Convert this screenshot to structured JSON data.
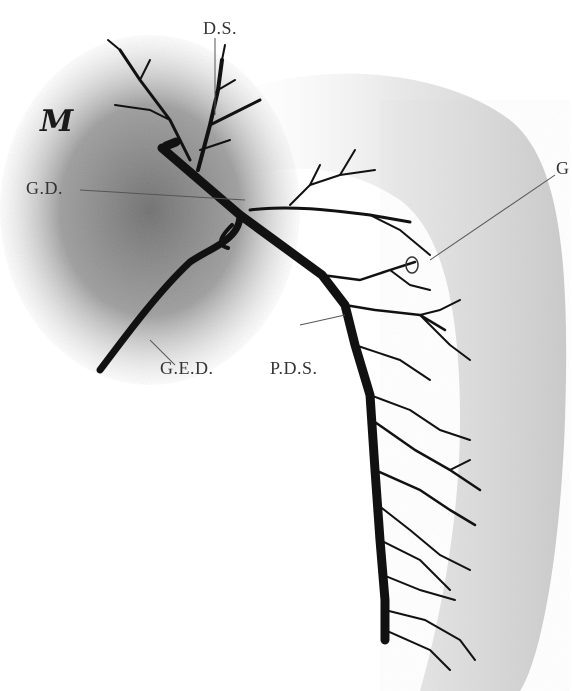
{
  "figure": {
    "corner_mark": "M",
    "labels": {
      "ds": "D.S.",
      "gd": "G.D.",
      "g": "G",
      "ged": "G.E.D.",
      "pds": "P.D.S."
    }
  },
  "colors": {
    "background": "#ffffff",
    "duct": "#111111",
    "tissue_dark": "#6f6f6f",
    "tissue_light": "#c9c9c9",
    "leader": "#555555"
  }
}
